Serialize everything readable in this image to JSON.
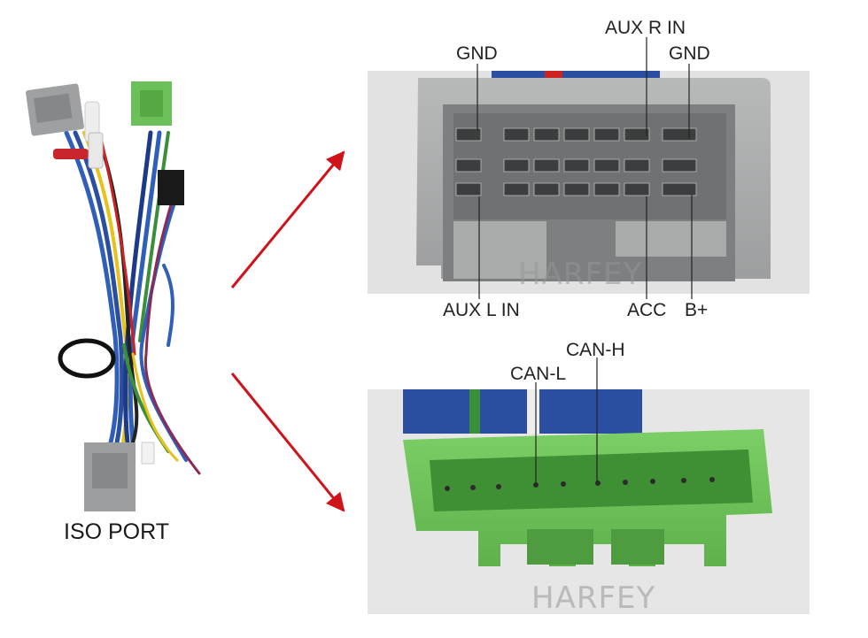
{
  "left": {
    "caption": "ISO PORT"
  },
  "top_connector": {
    "labels": {
      "gnd_left": "GND",
      "aux_r_in": "AUX R IN",
      "gnd_right": "GND",
      "aux_l_in": "AUX L IN",
      "acc": "ACC",
      "b_plus": "B+"
    },
    "watermark": "HARFEY",
    "colors": {
      "housing": "#a9abaa",
      "housing_dark": "#7d7f80",
      "background": "#e2e2e2"
    }
  },
  "bottom_connector": {
    "labels": {
      "can_h": "CAN-H",
      "can_l": "CAN-L"
    },
    "watermark": "HARFEY",
    "colors": {
      "housing": "#6fc25a",
      "housing_dark": "#3f8f34",
      "background": "#e6e6e6"
    }
  },
  "colors": {
    "arrow": "#d0121b"
  }
}
